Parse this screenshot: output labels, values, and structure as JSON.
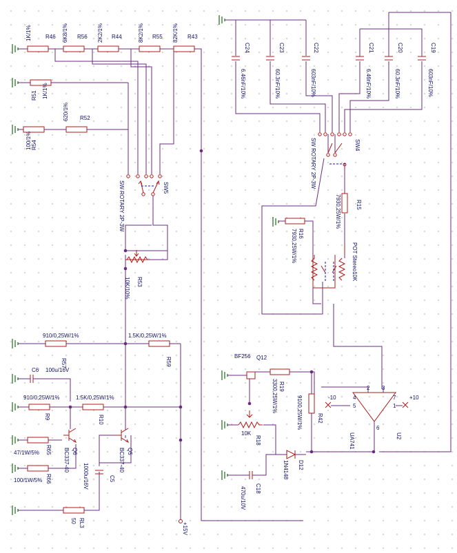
{
  "labels": {
    "r46": "R46",
    "r56": "R56",
    "r44": "R44",
    "r55": "R55",
    "r43": "R43",
    "r51": "R51",
    "r52": "R52",
    "r54": "R54",
    "sw5_type": "SW ROTARY 2P-3W",
    "sw5": "SW5",
    "r53": "R53",
    "r57": "R57",
    "r59": "R59",
    "c6": "C6",
    "r9": "R9",
    "r10": "R10",
    "r65": "R65",
    "r66": "R66",
    "q6": "Q6",
    "q5": "Q5",
    "c5": "C5",
    "rl3": "RL3",
    "supply": "+15V",
    "c24": "C24",
    "c23": "C23",
    "c22": "C22",
    "c21": "C21",
    "c20": "C20",
    "c19": "C19",
    "sw4_type": "SW ROTARY 2P-3W",
    "sw4": "SW4",
    "r15": "R15",
    "r16": "R16",
    "pot": "POT Stereo10K",
    "q12": "Q12",
    "r19": "R19",
    "r42": "R42",
    "r18": "R18",
    "d12": "D12",
    "c18": "C18",
    "u2": "U2",
    "neg_supply": "-10",
    "pos_supply": "+10"
  },
  "values": {
    "r46": "1K/1%",
    "r56": "6K8/1%",
    "r44": "2K2/1%",
    "r55": "8K2/1%",
    "r43": "82K/1%",
    "r51": "1K/1%",
    "r52": "620/1%",
    "r54": "100/1%",
    "r53": "10K/10%",
    "r57": "910/0,25W/1%",
    "r59": "1.5K/0,25W/1%",
    "c6": "100u/16V",
    "r9": "910/0,25W/1%",
    "r10": "1.5K/0,25W/1%",
    "r65": "47/1W/5%",
    "r66": "100/1W/5%",
    "q6": "BC337-40",
    "q5": "BC337-40",
    "c5": "1000u/16V",
    "rl3": "50",
    "c24": "6.46nF/10%",
    "c23": "60.3nF/10%",
    "c22": "603nF/10%",
    "c21": "6.46nF/10%",
    "c20": "60.3nF/10%",
    "c19": "603nF/10%",
    "r15": "7930,25W/1%",
    "r16": "7930,25W/1%",
    "q12": "BF256",
    "r19": "3300,25W/1%",
    "r42": "9100,25W/1%",
    "r18": "10K",
    "d12": "1N4148",
    "c18": "470u/10V",
    "u2": "UA741"
  },
  "pins": {
    "p1": "1",
    "p2": "2",
    "p3": "3",
    "p4": "4",
    "p5": "5",
    "p6": "6",
    "p7": "7"
  }
}
